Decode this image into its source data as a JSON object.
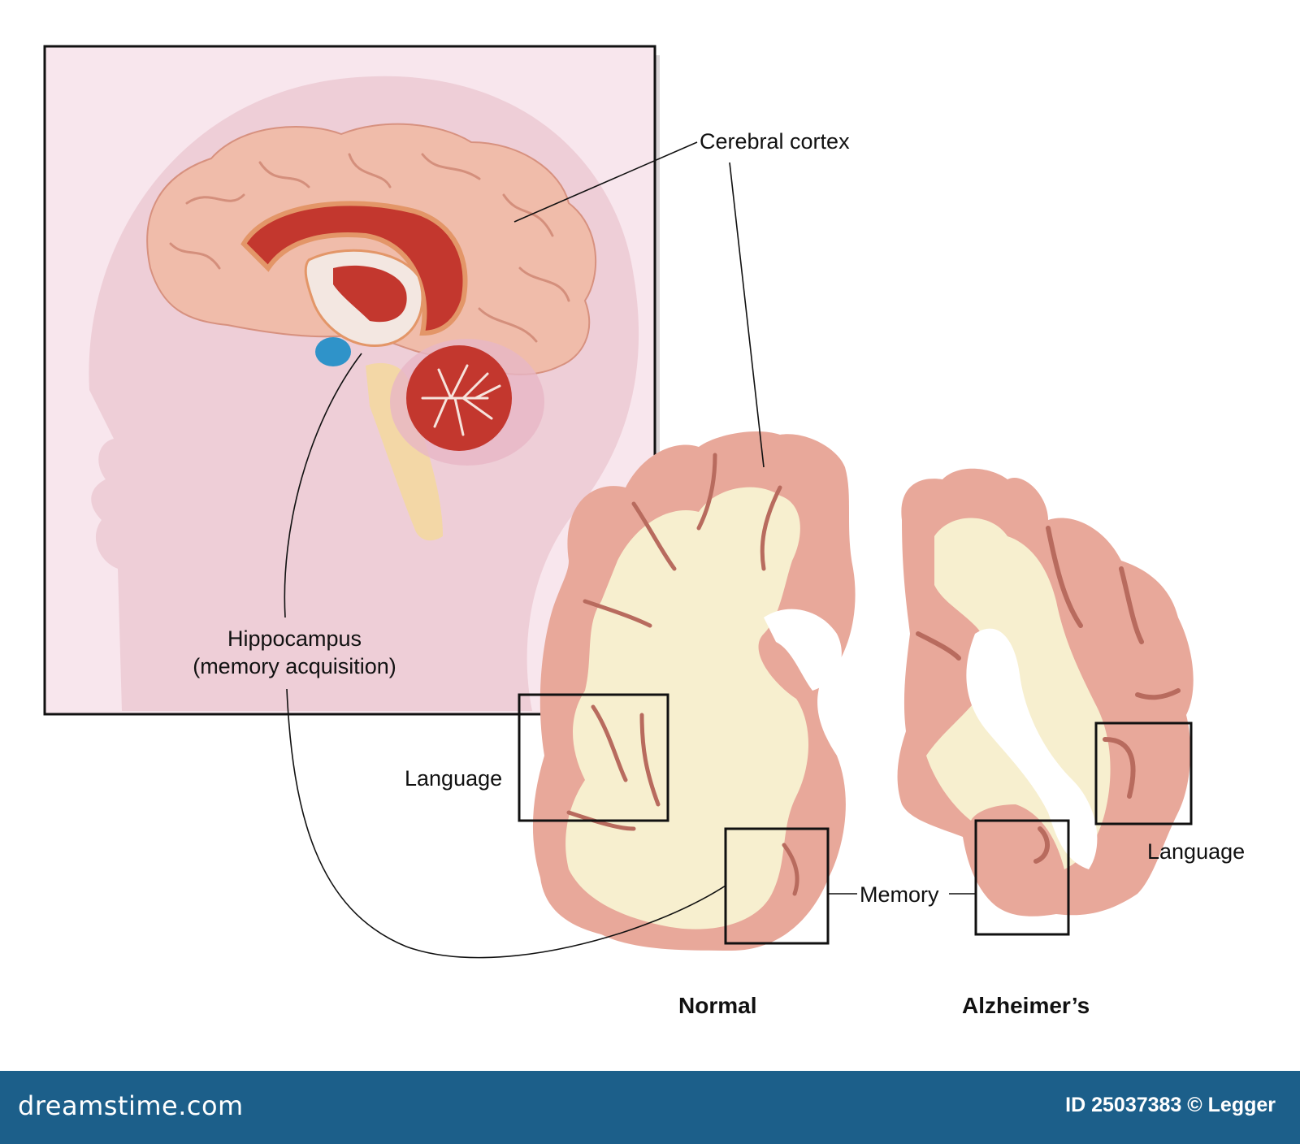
{
  "labels": {
    "cerebral_cortex": "Cerebral cortex",
    "hippocampus_line1": "Hippocampus",
    "hippocampus_line2": "(memory acquisition)",
    "language_left": "Language",
    "language_right": "Language",
    "memory": "Memory",
    "normal": "Normal",
    "alzheimers": "Alzheimer’s"
  },
  "footer": {
    "brand": "dreamstime.com",
    "credit": "ID 25037383 © Legger"
  },
  "colors": {
    "inset_background": "#f8e6ed",
    "head_silhouette": "#ecc9d2",
    "cortex_tissue": "#e8a89a",
    "white_matter": "#f7efcf",
    "sulcus_dark": "#b86b5e",
    "ventricle_red": "#c3372e",
    "footer_blue": "#1c5f8a"
  }
}
